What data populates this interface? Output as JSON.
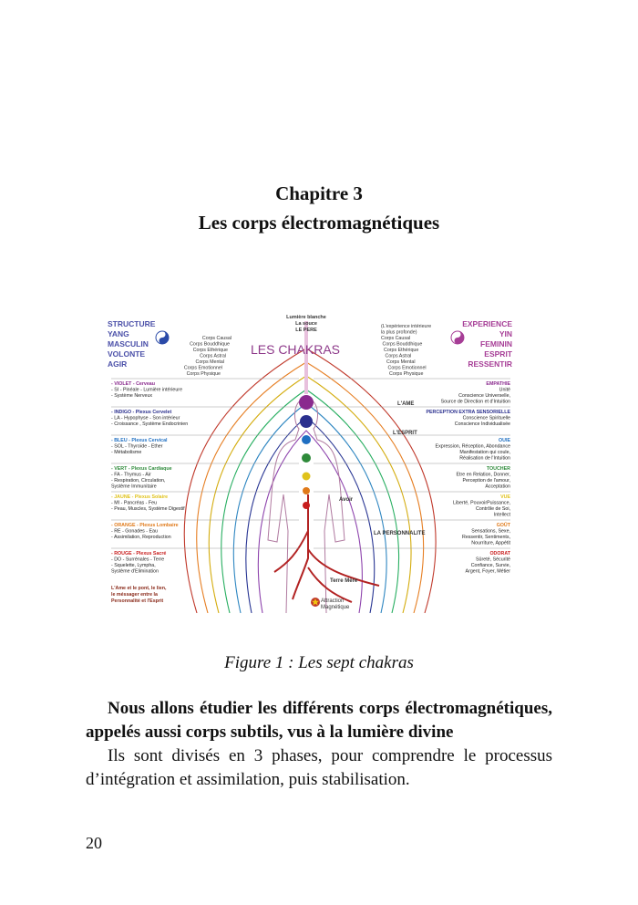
{
  "chapter": {
    "number_line": "Chapitre 3",
    "title_line": "Les corps électromagnétiques"
  },
  "figure": {
    "caption": "Figure 1 : Les sept chakras",
    "diagram_title": "LES CHAKRAS",
    "left_header": [
      "STRUCTURE",
      "YANG",
      "MASCULIN",
      "VOLONTE",
      "AGIR"
    ],
    "right_header": [
      "EXPERIENCE",
      "YIN",
      "FEMININ",
      "ESPRIT",
      "RESSENTIR"
    ],
    "top_labels": [
      "Lumière blanche",
      "La souce",
      "LE PERE"
    ],
    "left_bodies": [
      "Corps Causal",
      "Corps Bouddhique",
      "Corps Ethérique",
      "Corps Astral",
      "Corps Mental",
      "Corps Emotionnel",
      "Corps Physique"
    ],
    "right_bodies": [
      "(L'expérience intérieure",
      "la plus profonde)",
      "Corps Causal",
      "Corps Bouddhique",
      "Corps Ethérique",
      "Corps Astral",
      "Corps Mental",
      "Corps Emotionnel",
      "Corps Physique"
    ],
    "left_chakras": [
      {
        "title": "- VIOLET - Cerveau",
        "lines": [
          "- SI - Pinéale - Lumière intérieure",
          "- Système Nerveux"
        ],
        "color": "#8a2a8e"
      },
      {
        "title": "- INDIGO - Plexus Cervelet",
        "lines": [
          "- LA - Hypophyse - Son intérieur",
          "- Croissance , Système Endocrinien"
        ],
        "color": "#2a2f8e"
      },
      {
        "title": "- BLEU - Plexus Cervical",
        "lines": [
          "- SOL - Thyroïde - Ether",
          "- Métabolisme"
        ],
        "color": "#1f6fc2"
      },
      {
        "title": "- VERT - Plexus Cardiaque",
        "lines": [
          "- FA - Thymus - Air",
          "- Respiration, Circulation,",
          "Système Immunitaire"
        ],
        "color": "#2e8a3a"
      },
      {
        "title": "- JAUNE - Plexus Solaire",
        "lines": [
          "- MI - Pancréas - Feu",
          "- Peau, Muscles, Système Digestif"
        ],
        "color": "#e0c21a"
      },
      {
        "title": "- ORANGE - Plexus Lombaire",
        "lines": [
          "- RE - Gonades - Eau",
          "- Assimilation, Reproduction"
        ],
        "color": "#e07a1a"
      },
      {
        "title": "- ROUGE - Plexus Sacré",
        "lines": [
          "- DO - Surrénales - Terre",
          "- Squelette, Lympha,",
          "Système d'Elimination"
        ],
        "color": "#c81e1e"
      }
    ],
    "left_bottom_note": [
      "L'Ame et le pont, le lien,",
      "le méssager entre la",
      "Personnalité et l'Esprit"
    ],
    "right_chakras": [
      {
        "title": "EMPATHIE",
        "lines": [
          "Unité",
          "Conscience Universelle,",
          "Source de Direction et d'Intuition"
        ],
        "color": "#8a2a8e"
      },
      {
        "title": "PERCEPTION EXTRA SENSORIELLE",
        "lines": [
          "Conscience Spirituelle",
          "Conscience Individualisée"
        ],
        "color": "#2a2f8e"
      },
      {
        "title": "OUIE",
        "lines": [
          "Expression, Réception, Abondance",
          "Manifestation qui coule,",
          "Réalisation de l'Intuition"
        ],
        "color": "#1f6fc2"
      },
      {
        "title": "TOUCHER",
        "lines": [
          "Etre en Relation, Donner,",
          "Perception de l'amour,",
          "Acceptation"
        ],
        "color": "#2e8a3a"
      },
      {
        "title": "VUE",
        "lines": [
          "Liberté, PouvoirPuissance,",
          "Contrôle de Soi,",
          "Intellect"
        ],
        "color": "#e0c21a"
      },
      {
        "title": "GOÛT",
        "lines": [
          "Sensations, Sexe,",
          "Ressentir, Sentiments,",
          "Nourriture, Appétit"
        ],
        "color": "#e07a1a"
      },
      {
        "title": "ODORAT",
        "lines": [
          "Sûreté, Sécurité",
          "Confiance, Survie,",
          "Argent, Foyer, Métier"
        ],
        "color": "#c81e1e"
      }
    ],
    "center_labels": {
      "ame": "L'AME",
      "esprit": "L'ESPRIT",
      "avoir": "Avoir",
      "personnalite": "LA PERSONNALITE",
      "terre_mere": "Terre Mère",
      "attraction": "Attraction",
      "magnetique": "Magnétique"
    }
  },
  "body": {
    "bold_paragraph": "Nous allons étudier les différents corps électromagnétiques, appelés aussi corps subtils, vus à la lumière divine",
    "paragraph": "Ils sont divisés en 3 phases, pour comprendre le processus d’intégration et assimilation, puis stabilisation."
  },
  "page_number": "20"
}
